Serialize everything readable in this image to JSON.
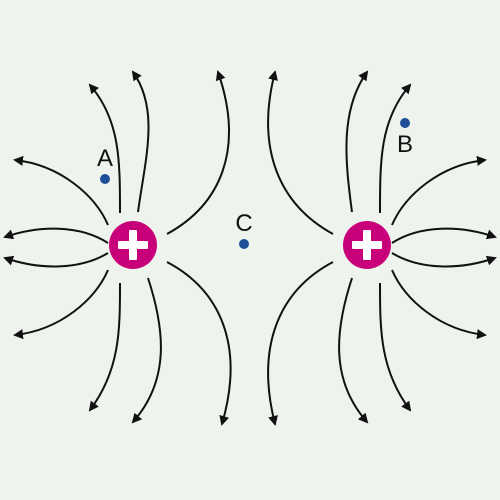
{
  "charges": [
    {
      "id": "left",
      "sign": "+",
      "color": "#c8007a"
    },
    {
      "id": "right",
      "sign": "+",
      "color": "#c8007a"
    }
  ],
  "points": [
    {
      "id": "A",
      "label": "A"
    },
    {
      "id": "B",
      "label": "B"
    },
    {
      "id": "C",
      "label": "C"
    }
  ],
  "colors": {
    "background": "#eef3ee",
    "charge": "#c8007a",
    "point": "#1f4e99",
    "field_line": "#111111"
  }
}
